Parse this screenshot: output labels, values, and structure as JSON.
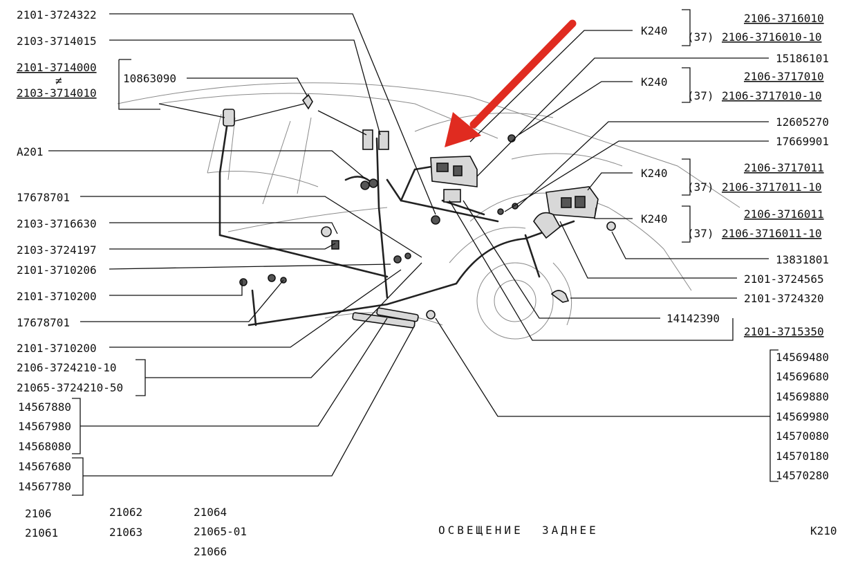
{
  "left_labels": {
    "l1": "2101-3724322",
    "l2": "2103-3714015",
    "l3a": "2101-3714000",
    "l3sep": "≠",
    "l3b": "2103-3714010",
    "l4": "10863090",
    "l5": "A201",
    "l6": "17678701",
    "l7": "2103-3716630",
    "l8": "2103-3724197",
    "l9": "2101-3710206",
    "l10": "2101-3710200",
    "l11": "17678701",
    "l12": "2101-3710200",
    "l13a": "2106-3724210-10",
    "l13b": "21065-3724210-50",
    "l14a": "14567880",
    "l14b": "14567980",
    "l14c": "14568080",
    "l15a": "14567680",
    "l15b": "14567780"
  },
  "right_labels": {
    "g1_code": "K240",
    "g1_a": "2106-3716010",
    "g1_suffix": "(37)",
    "g1_b": "2106-3716010-10",
    "r2": "15186101",
    "g3_code": "K240",
    "g3_a": "2106-3717010",
    "g3_suffix": "(37)",
    "g3_b": "2106-3717010-10",
    "r4": "12605270",
    "r5": "17669901",
    "g6_code": "K240",
    "g6_a": "2106-3717011",
    "g6_suffix": "(37)",
    "g6_b": "2106-3717011-10",
    "g7_code": "K240",
    "g7_a": "2106-3716011",
    "g7_suffix": "(37)",
    "g7_b": "2106-3716011-10",
    "r8": "13831801",
    "r9": "2101-3724565",
    "r10": "2101-3724320",
    "r11": "14142390",
    "r12": "2101-3715350",
    "r13": [
      "14569480",
      "14569680",
      "14569880",
      "14569980",
      "14570080",
      "14570180",
      "14570280"
    ]
  },
  "footer": {
    "models": [
      "2106",
      "21061",
      "21062",
      "21063",
      "21064",
      "21065-01",
      "21066"
    ],
    "title": "ОСВЕЩЕНИЕ  ЗАДНЕЕ",
    "code": "K210"
  },
  "colors": {
    "arrow": "#e02b20",
    "ink": "#111111",
    "body_line": "#8a8a8a"
  }
}
